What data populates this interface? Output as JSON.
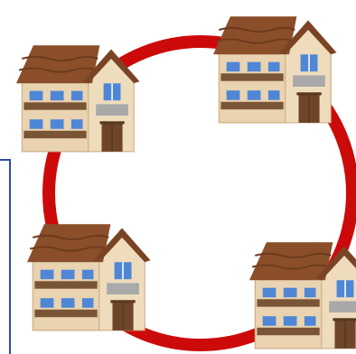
{
  "scene": {
    "ring_color": "#cc0a0a",
    "roof_color": "#8a4f2a",
    "roof_dark": "#6e3b1e",
    "wall_color": "#e9d3b0",
    "wall_shade": "#d9bf98",
    "window_color": "#4f86d6",
    "balcony_color": "#7a5535",
    "door_color": "#6e4529",
    "frame_color": "#2f4f9a",
    "houses": [
      {
        "label": "house-top-left"
      },
      {
        "label": "house-top-right"
      },
      {
        "label": "house-bottom-left"
      },
      {
        "label": "house-bottom-right"
      }
    ]
  }
}
